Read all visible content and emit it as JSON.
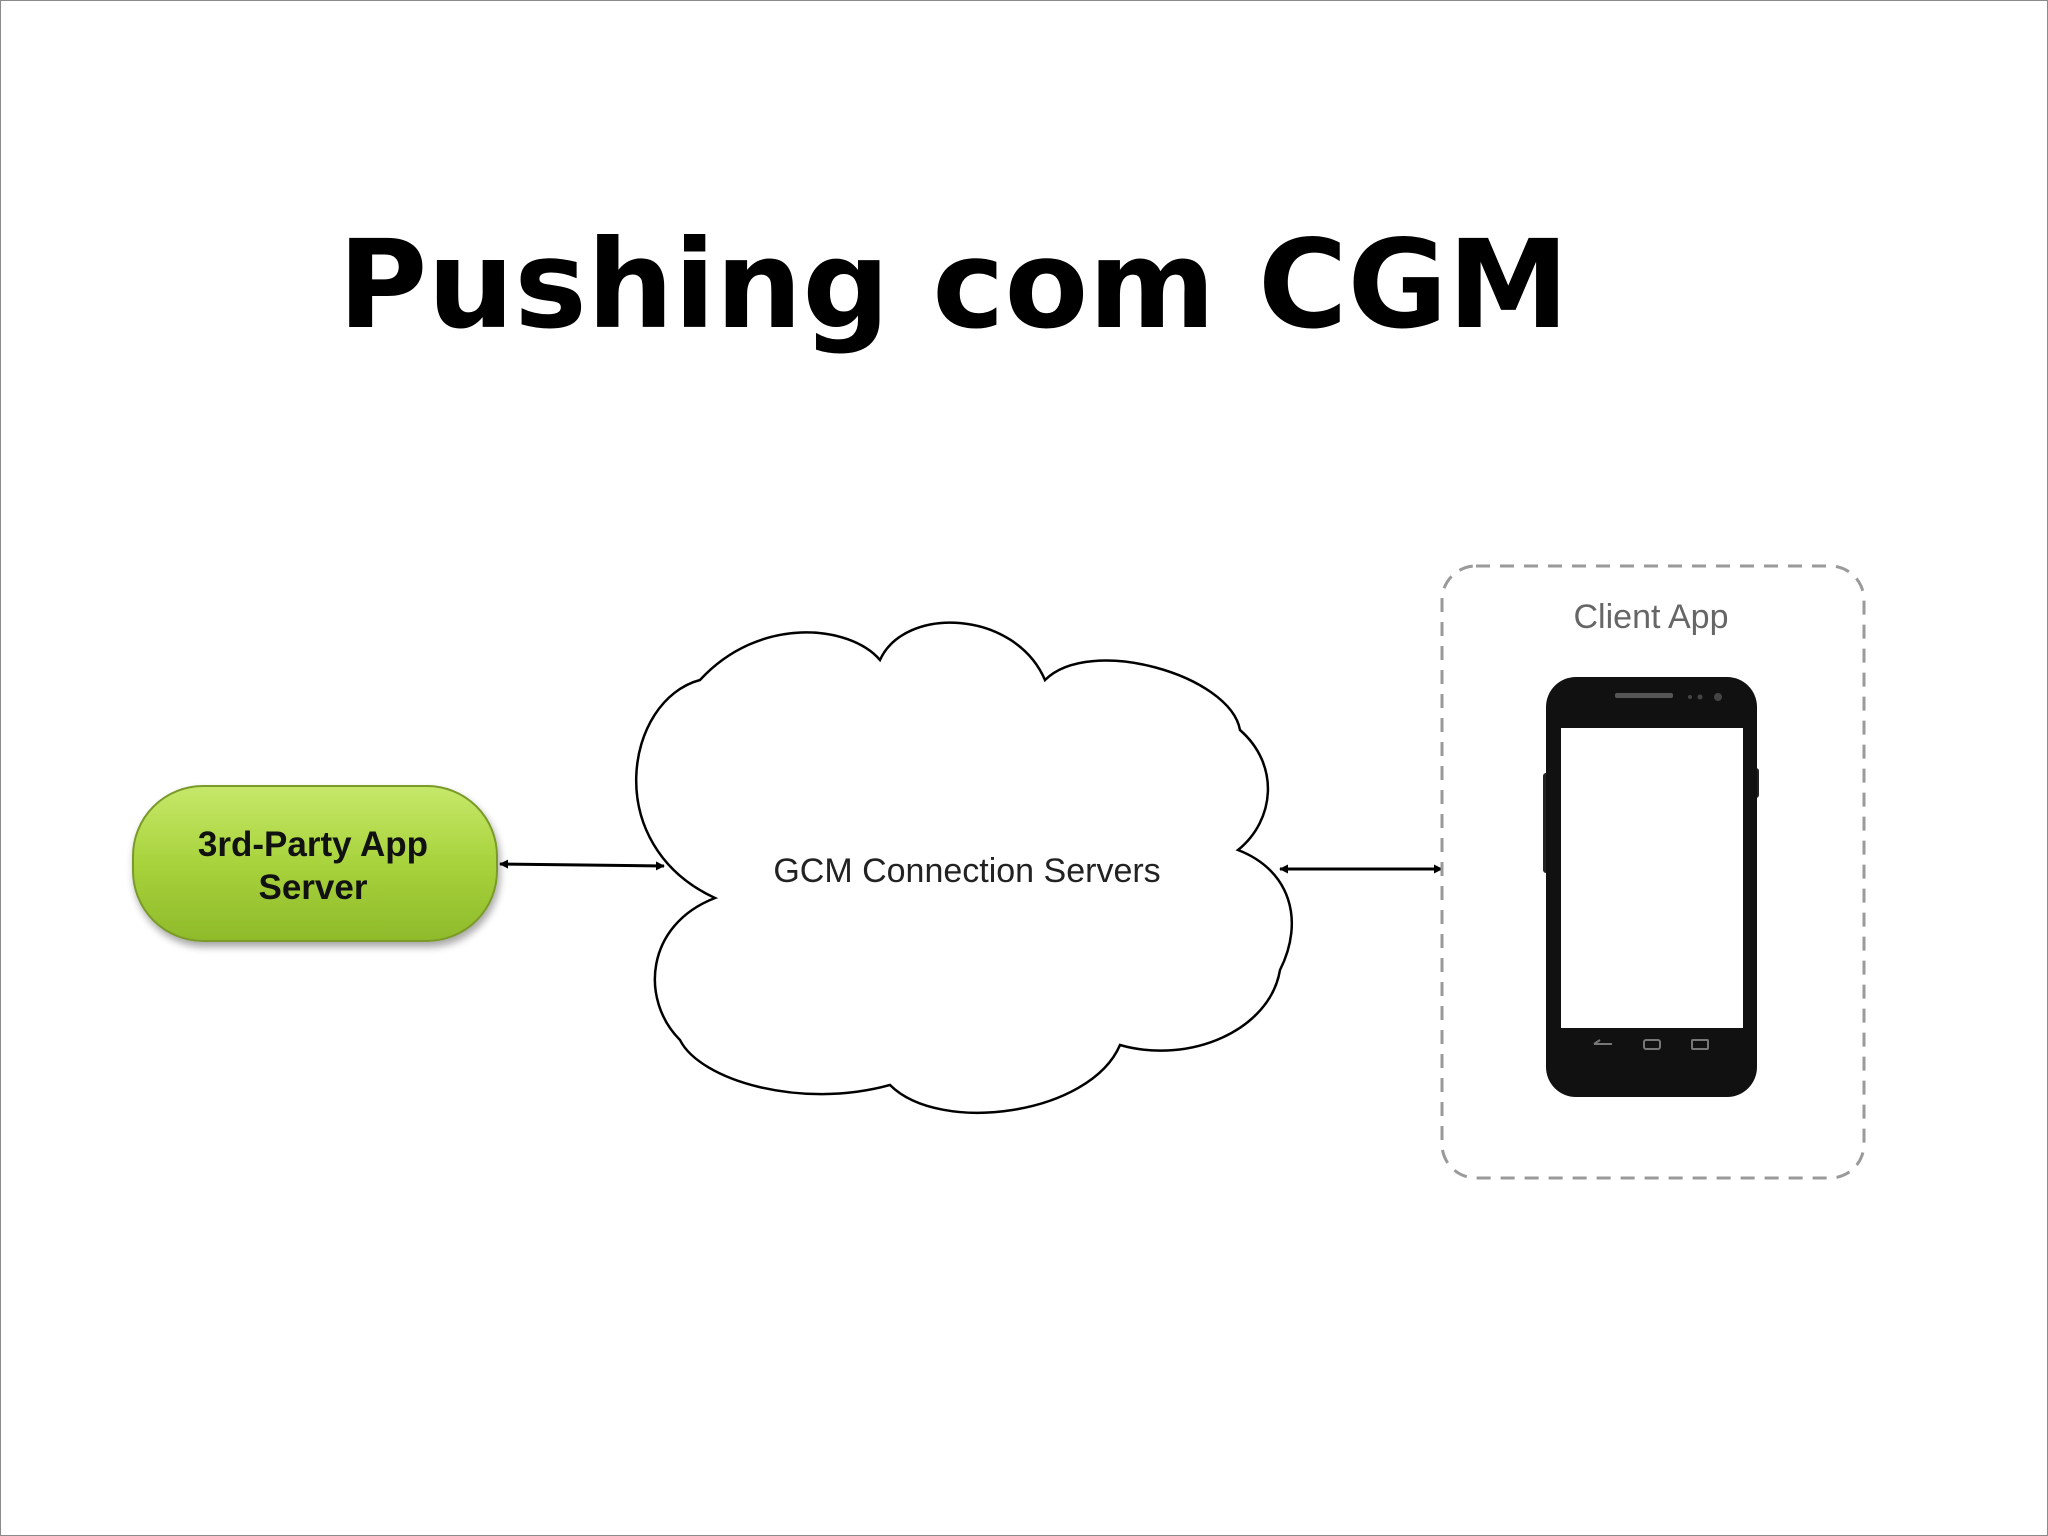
{
  "slide": {
    "title": "Pushing com CGM"
  },
  "diagram": {
    "server": {
      "line1": "3rd-Party App",
      "line2": "Server",
      "fill": "#a8d33c",
      "stroke": "#7a9a2a"
    },
    "cloud": {
      "label": "GCM Connection Servers"
    },
    "client": {
      "label": "Client App"
    },
    "connectors": [
      {
        "from": "3rd-Party App Server",
        "to": "GCM Connection Servers",
        "direction": "bidirectional"
      },
      {
        "from": "GCM Connection Servers",
        "to": "Client App",
        "direction": "bidirectional"
      }
    ],
    "icons": [
      "smartphone-icon"
    ]
  }
}
